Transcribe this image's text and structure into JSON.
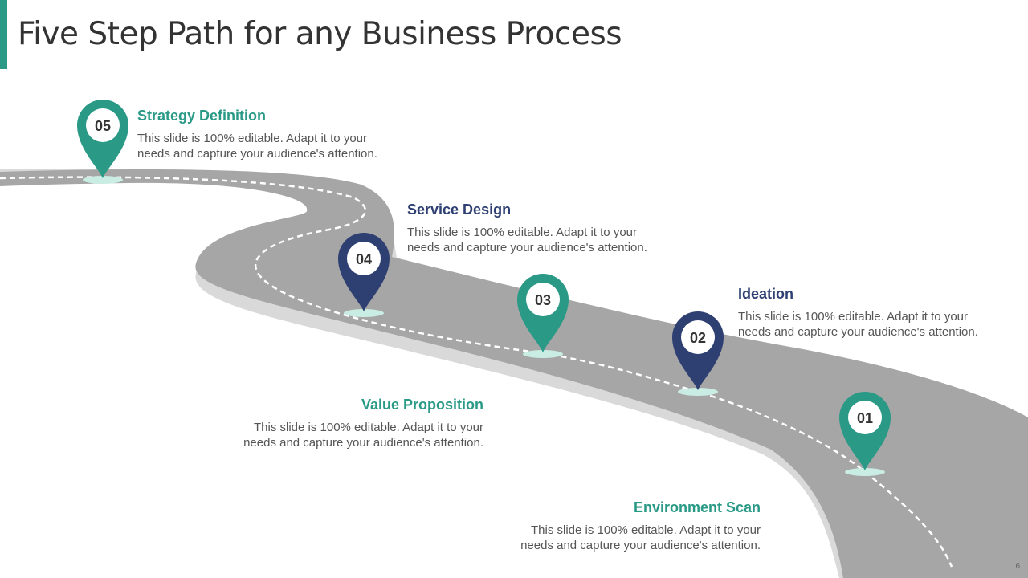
{
  "slide": {
    "title": "Five Step Path for any Business Process",
    "page_number": "6"
  },
  "colors": {
    "teal": "#2a9a86",
    "navy": "#2e3f72",
    "road": "#a6a6a6",
    "road_edge": "#d9d9d9",
    "marker_shadow": "#c9ece3"
  },
  "icons": {
    "pin": "map-pin-icon"
  },
  "steps": [
    {
      "number": "01",
      "title": "Environment Scan",
      "description": "This slide is 100% editable. Adapt it to your needs and capture your audience's attention.",
      "color": "#2a9a86"
    },
    {
      "number": "02",
      "title": "Ideation",
      "description": "This slide is 100% editable. Adapt it to your needs and capture your audience's attention.",
      "color": "#2e3f72"
    },
    {
      "number": "03",
      "title": "Value Proposition",
      "description": "This slide is 100% editable. Adapt it to your needs and capture your audience's attention.",
      "color": "#2a9a86"
    },
    {
      "number": "04",
      "title": "Service Design",
      "description": "This slide is 100% editable. Adapt it to your needs and capture your audience's attention.",
      "color": "#2e3f72"
    },
    {
      "number": "05",
      "title": "Strategy Definition",
      "description": "This slide is 100% editable. Adapt it to your needs and capture your audience's attention.",
      "color": "#2a9a86"
    }
  ]
}
